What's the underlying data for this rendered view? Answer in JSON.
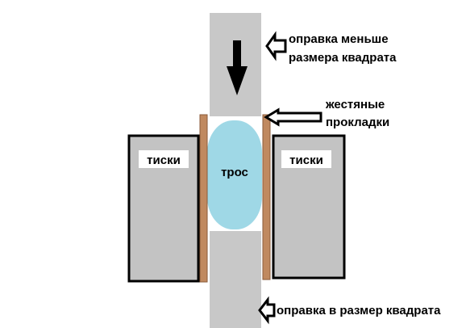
{
  "labels": {
    "mandrel_small_line1": "оправка меньше",
    "mandrel_small_line2": "размера квадрата",
    "tin_pads_line1": "жестяные",
    "tin_pads_line2": "прокладки",
    "vise_left": "тиски",
    "vise_right": "тиски",
    "rope": "трос",
    "mandrel_fit": "оправка в размер квадрата"
  },
  "colors": {
    "mandrel": "#c8c8c8",
    "vise_fill": "#c3c3c3",
    "vise_border": "#000000",
    "vise_label_bg": "#ffffff",
    "pad_fill": "#c0895f",
    "pad_border": "#8a5a38",
    "rope": "#9fd8e6",
    "arrow": "#000000"
  },
  "icons": {
    "press_direction": "arrow-down-icon",
    "pointer_mandrel_small": "arrow-left-outline-icon",
    "pointer_tin_pads": "arrow-left-outline-icon",
    "pointer_mandrel_fit": "arrow-left-outline-icon"
  }
}
